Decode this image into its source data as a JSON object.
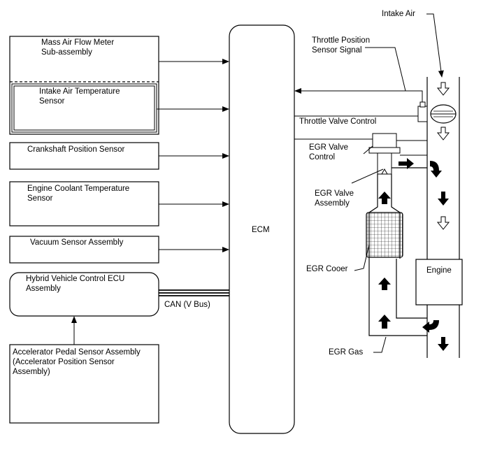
{
  "blocks": {
    "maf": "Mass Air Flow Meter\nSub-assembly",
    "iat": "Intake Air Temperature\nSensor",
    "crank": "Crankshaft Position Sensor",
    "ect": "Engine Coolant Temperature\nSensor",
    "vacuum": "Vacuum Sensor Assembly",
    "hv_ecu": "Hybrid Vehicle Control ECU\nAssembly",
    "accel": "Accelerator Pedal Sensor Assembly\n(Accelerator Position Sensor\nAssembly)",
    "ecm": "ECM",
    "engine": "Engine"
  },
  "labels": {
    "can_bus": "CAN (V Bus)",
    "intake_air": "Intake Air",
    "throttle_signal": "Throttle Position\nSensor Signal",
    "throttle_control": "Throttle Valve Control",
    "egr_valve_control": "EGR Valve\nControl",
    "egr_valve_assembly": "EGR Valve\nAssembly",
    "egr_cooler": "EGR Cooer",
    "egr_gas": "EGR Gas"
  }
}
